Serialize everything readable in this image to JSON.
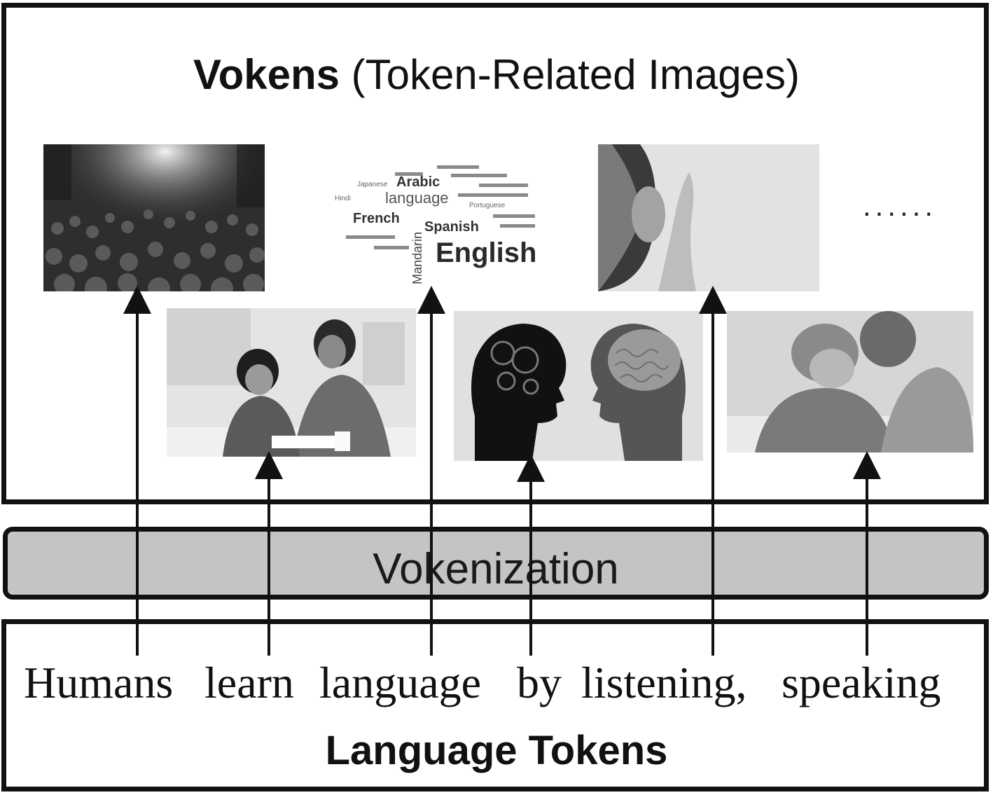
{
  "vokens": {
    "title_bold": "Vokens",
    "title_rest": " (Token-Related Images)",
    "ellipsis": "......"
  },
  "vokenization": {
    "label": "Vokenization"
  },
  "tokens": {
    "title": "Language Tokens",
    "words": [
      "Humans",
      "learn",
      "language",
      "by",
      "listening,",
      "speaking"
    ]
  },
  "word_cloud": {
    "words": [
      "Arabic",
      "language",
      "French",
      "Spanish",
      "English",
      "Mandarin",
      "Japanese",
      "Hindi",
      "Portuguese"
    ]
  },
  "images": [
    {
      "name": "crowd-image",
      "depicts": "crowd"
    },
    {
      "name": "mother-daughter-learning-image",
      "depicts": "mother and daughter reading"
    },
    {
      "name": "language-word-cloud-image",
      "depicts": "language word cloud"
    },
    {
      "name": "two-heads-brain-image",
      "depicts": "two heads with gears and brain"
    },
    {
      "name": "ear-listening-image",
      "depicts": "person listening"
    },
    {
      "name": "children-whispering-image",
      "depicts": "children whispering"
    }
  ]
}
